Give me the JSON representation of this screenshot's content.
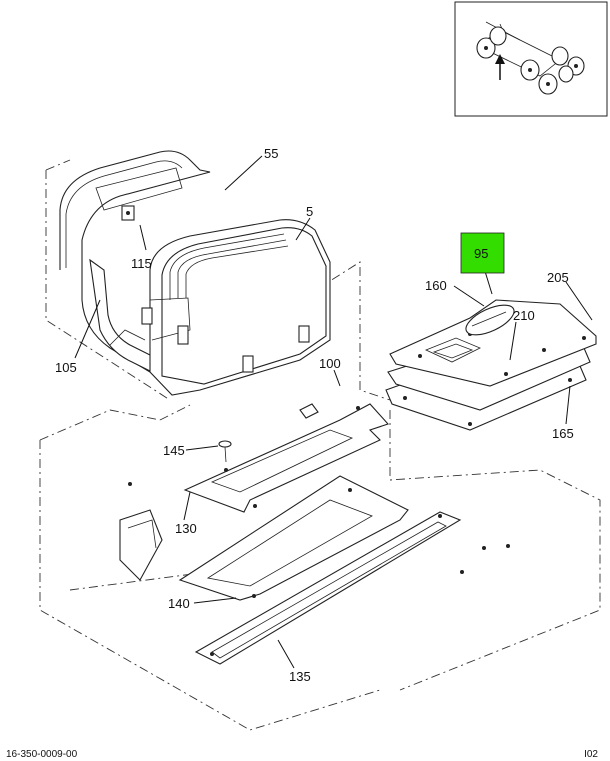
{
  "callouts": {
    "c55": "55",
    "c5": "5",
    "c115": "115",
    "c105": "105",
    "c95": "95",
    "c160": "160",
    "c205": "205",
    "c210": "210",
    "c165": "165",
    "c100": "100",
    "c145": "145",
    "c130": "130",
    "c140": "140",
    "c135": "135"
  },
  "highlight_color": "#33dd00",
  "footer": {
    "left": "16-350-0009-00",
    "right": "I02"
  }
}
